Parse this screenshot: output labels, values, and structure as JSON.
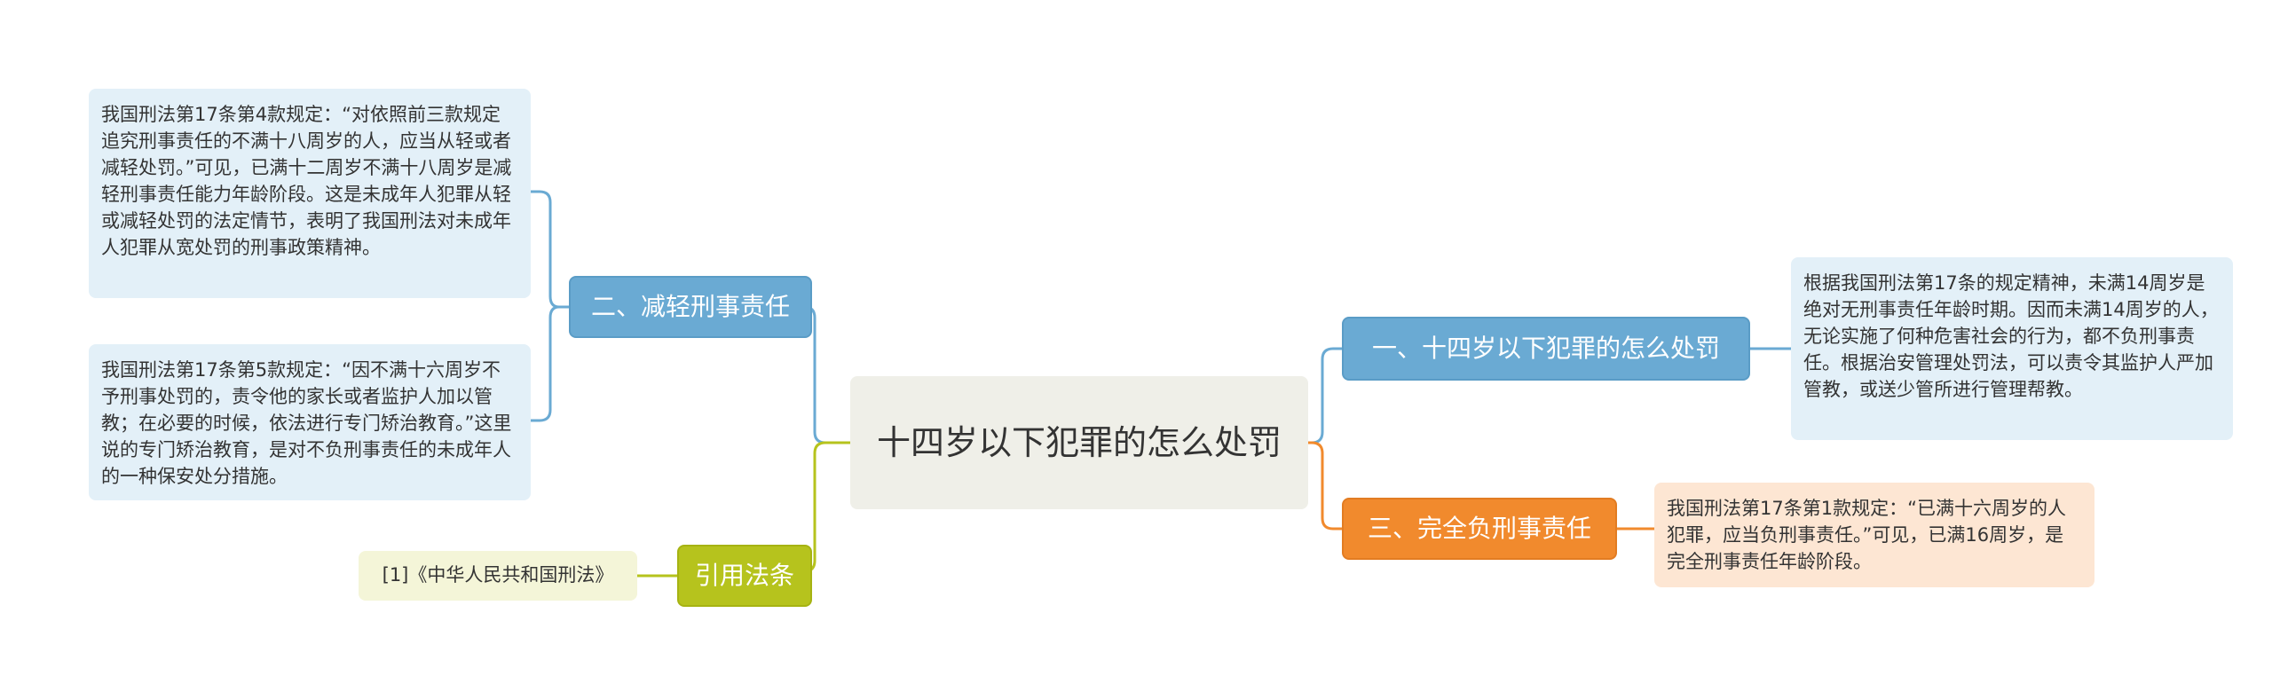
{
  "central": {
    "title": "十四岁以下犯罪的怎么处罚"
  },
  "branches": {
    "b1": {
      "label": "一、十四岁以下犯罪的怎么处罚",
      "leaves": [
        "根据我国刑法第17条的规定精神，未满14周岁是绝对无刑事责任年龄时期。因而未满14周岁的人，无论实施了何种危害社会的行为，都不负刑事责任。根据治安管理处罚法，可以责令其监护人严加管教，或送少管所进行管理帮教。"
      ]
    },
    "b2": {
      "label": "二、减轻刑事责任",
      "leaves": [
        "我国刑法第17条第4款规定：“对依照前三款规定追究刑事责任的不满十八周岁的人，应当从轻或者减轻处罚。”可见，已满十二周岁不满十八周岁是减轻刑事责任能力年龄阶段。这是未成年人犯罪从轻或减轻处罚的法定情节，表明了我国刑法对未成年人犯罪从宽处罚的刑事政策精神。",
        "我国刑法第17条第5款规定：“因不满十六周岁不予刑事处罚的，责令他的家长或者监护人加以管教；在必要的时候，依法进行专门矫治教育。”这里说的专门矫治教育，是对不负刑事责任的未成年人的一种保安处分措施。"
      ]
    },
    "b3": {
      "label": "三、完全负刑事责任",
      "leaves": [
        "我国刑法第17条第1款规定：“已满十六周岁的人犯罪，应当负刑事责任。”可见，已满16周岁，是完全刑事责任年龄阶段。"
      ]
    },
    "b4": {
      "label": "引用法条",
      "leaves": [
        "[1]《中华人民共和国刑法》"
      ]
    }
  },
  "colors": {
    "blue_branch": "#6aaad3",
    "orange_branch": "#f18a2d",
    "olive_branch": "#b6c31d",
    "blue_leaf": "#e3f0f8",
    "orange_leaf": "#fde6d3",
    "olive_leaf": "#f4f5d8",
    "central_bg": "#efefe8"
  }
}
